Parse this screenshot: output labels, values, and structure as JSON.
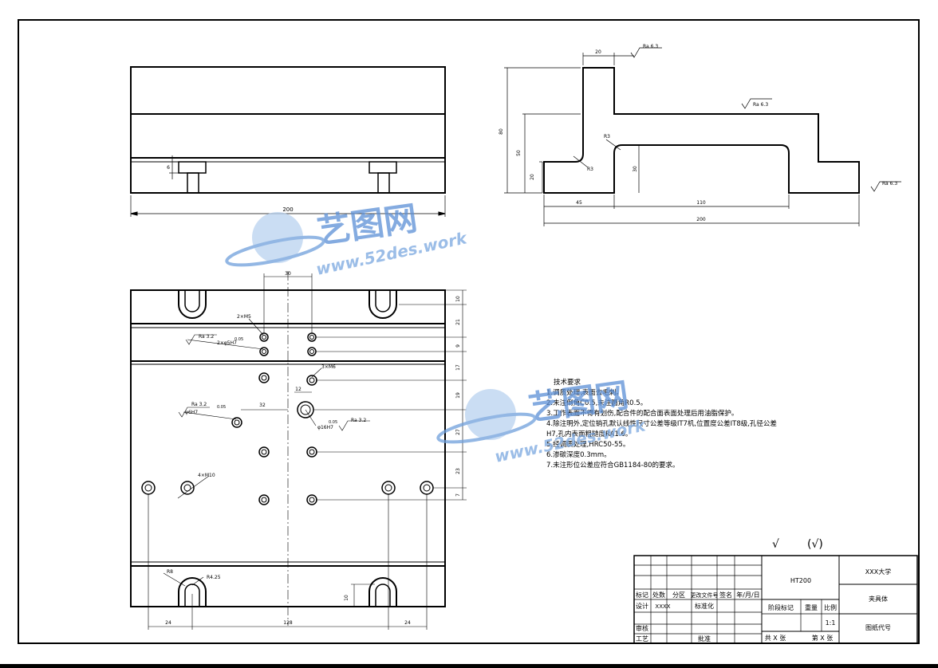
{
  "drawing": {
    "dims_top": {
      "overall_width": "200",
      "pin_height": "6"
    },
    "dims_side": {
      "top_width": "20",
      "height_total": "80",
      "height_mid": "50",
      "height_base": "20",
      "slot_height": "30",
      "left_len": "45",
      "slot_len": "110",
      "total_len": "200",
      "r_left": "R3",
      "r_top": "R3",
      "ra1": "Ra 6.3",
      "ra2": "Ra 6.3",
      "ra3": "Ra 6.3"
    },
    "dims_plan": {
      "top30": "30",
      "d12": "12",
      "d32": "32",
      "right": [
        "10",
        "21",
        "9",
        "17",
        "19",
        "27",
        "23",
        "7"
      ],
      "bottom_left": "24",
      "bottom_mid": "128",
      "bottom_right": "24",
      "slot_h": "10",
      "r8": "R8",
      "r425": "R4.25"
    },
    "notes_plan": {
      "m5": "2×M5",
      "pin5": "2×φ5H7",
      "ra32a": "Ra 3.2",
      "tol1": "0.05",
      "m6": "3×M6",
      "ra32b": "Ra 3.2",
      "pin6": "φ6H7",
      "tol2": "0.05",
      "hole16": "φ16H7",
      "tol3": "0.05",
      "ra32c": "Ra 3.2",
      "m10": "4×M10"
    }
  },
  "tech_requirements": {
    "title": "技术要求",
    "items": [
      "1.调质处理,表面去毛刺。",
      "2.未注倒角C0.5,未注圆角R0.5。",
      "3.工作表面不得有划伤,配合件的配合面表面处理后用油脂保护。",
      "4.除注明外,定位销孔默认线性尺寸公差等级IT7机,位置度公差IT8级,孔径公差",
      "H7,孔内表面粗糙度RA1.6。",
      "5.经调质处理,HRC50-55。",
      "6.渗碳深度0.3mm。",
      "7.未注形位公差应符合GB1184-80的要求。"
    ]
  },
  "surface_mark": {
    "check": "√",
    "check_paren": "(√)"
  },
  "title_block": {
    "material": "HT200",
    "school": "XXX大学",
    "part_name": "夹具体",
    "drawing_no": "图纸代号",
    "h_mark": "标记",
    "h_count": "处数",
    "h_zone": "分区",
    "h_doc": "更改文件号",
    "h_sign": "签名",
    "h_date": "年/月/日",
    "design": "设计",
    "designer": "XXXX",
    "standard": "标准化",
    "check": "审核",
    "process": "工艺",
    "approve": "批准",
    "stage": "阶段标记",
    "weight": "重量",
    "scale": "比例",
    "scale_val": "1:1",
    "total_sheets": "共 X 张",
    "sheet_no": "第 X 张"
  },
  "watermark": {
    "brand": "艺图网",
    "url": "www.52des.work"
  }
}
